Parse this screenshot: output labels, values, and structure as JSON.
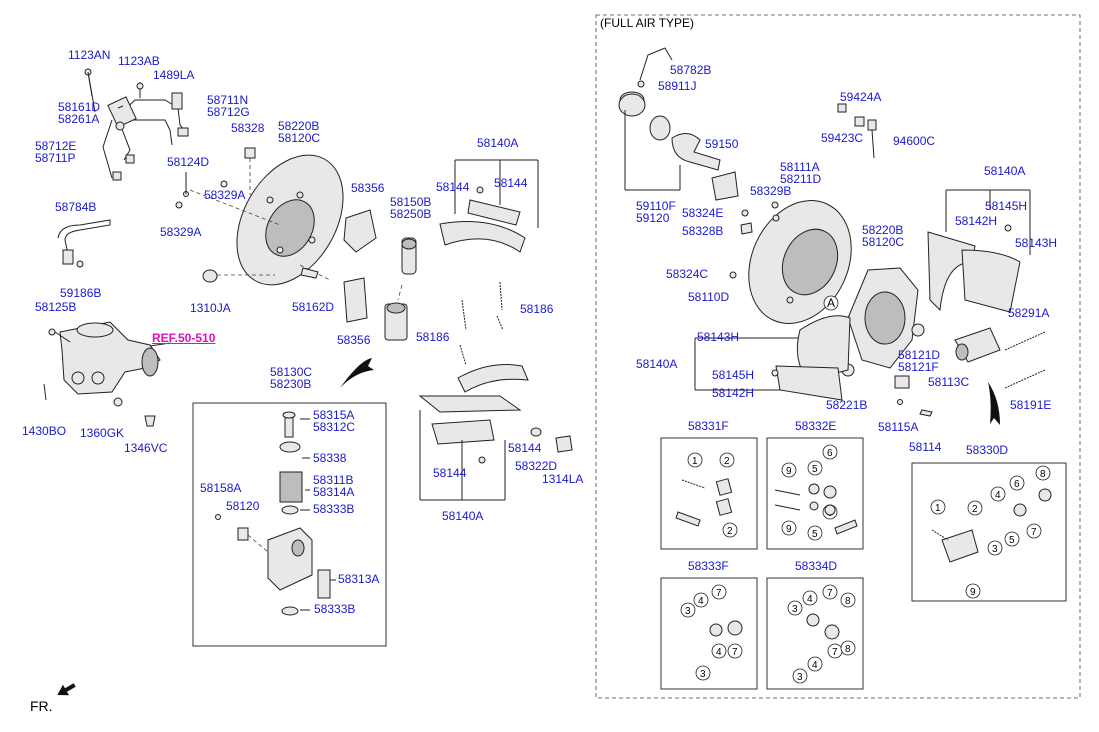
{
  "sections": {
    "full_air_title": "(FULL AIR TYPE)",
    "fr_label": "FR."
  },
  "ref_label": "REF.50-510",
  "labels": {
    "l_1123AN": "1123AN",
    "l_1123AB": "1123AB",
    "l_1489LA": "1489LA",
    "l_58161D": "58161D",
    "l_58261A": "58261A",
    "l_58711N": "58711N",
    "l_58712G": "58712G",
    "l_58712E": "58712E",
    "l_58711P": "58711P",
    "l_58328": "58328",
    "l_58220B_L": "58220B",
    "l_58120C_L": "58120C",
    "l_58124D": "58124D",
    "l_58329A_a": "58329A",
    "l_58329A_b": "58329A",
    "l_58784B": "58784B",
    "l_59186B": "59186B",
    "l_58125B": "58125B",
    "l_1310JA": "1310JA",
    "l_58356_a": "58356",
    "l_58356_b": "58356",
    "l_58150B": "58150B",
    "l_58250B": "58250B",
    "l_58162D": "58162D",
    "l_58140A_L1": "58140A",
    "l_58144_a": "58144",
    "l_58144_b": "58144",
    "l_58186_a": "58186",
    "l_58186_b": "58186",
    "l_58144_c": "58144",
    "l_58144_d": "58144",
    "l_58322D": "58322D",
    "l_1314LA": "1314LA",
    "l_58140A_L2": "58140A",
    "l_1430BO": "1430BO",
    "l_1360GK": "1360GK",
    "l_1346VC": "1346VC",
    "l_58130C": "58130C",
    "l_58230B": "58230B",
    "l_58315A": "58315A",
    "l_58312C": "58312C",
    "l_58338": "58338",
    "l_58311B": "58311B",
    "l_58314A": "58314A",
    "l_58333B_a": "58333B",
    "l_58158A": "58158A",
    "l_58120": "58120",
    "l_58313A": "58313A",
    "l_58333B_b": "58333B",
    "l_58782B": "58782B",
    "l_58911J": "58911J",
    "l_59424A": "59424A",
    "l_59423C": "59423C",
    "l_94600C": "94600C",
    "l_59150": "59150",
    "l_58111A": "58111A",
    "l_58211D": "58211D",
    "l_58329B": "58329B",
    "l_59110F": "59110F",
    "l_59120": "59120",
    "l_58324E": "58324E",
    "l_58328B": "58328B",
    "l_58140A_R1": "58140A",
    "l_58145H_a": "58145H",
    "l_58142H_a": "58142H",
    "l_58143H_a": "58143H",
    "l_58220B_R": "58220B",
    "l_58120C_R": "58120C",
    "l_58324C": "58324C",
    "l_58110D": "58110D",
    "l_A": "A",
    "l_58291A": "58291A",
    "l_58143H_b": "58143H",
    "l_58140A_R2": "58140A",
    "l_58145H_b": "58145H",
    "l_58142H_b": "58142H",
    "l_58121D": "58121D",
    "l_58121F": "58121F",
    "l_58113C": "58113C",
    "l_58191E": "58191E",
    "l_58221B": "58221B",
    "l_58115A": "58115A",
    "l_58114": "58114",
    "l_58331F": "58331F",
    "l_58332E": "58332E",
    "l_58330D": "58330D",
    "l_58333F": "58333F",
    "l_58334D": "58334D"
  }
}
